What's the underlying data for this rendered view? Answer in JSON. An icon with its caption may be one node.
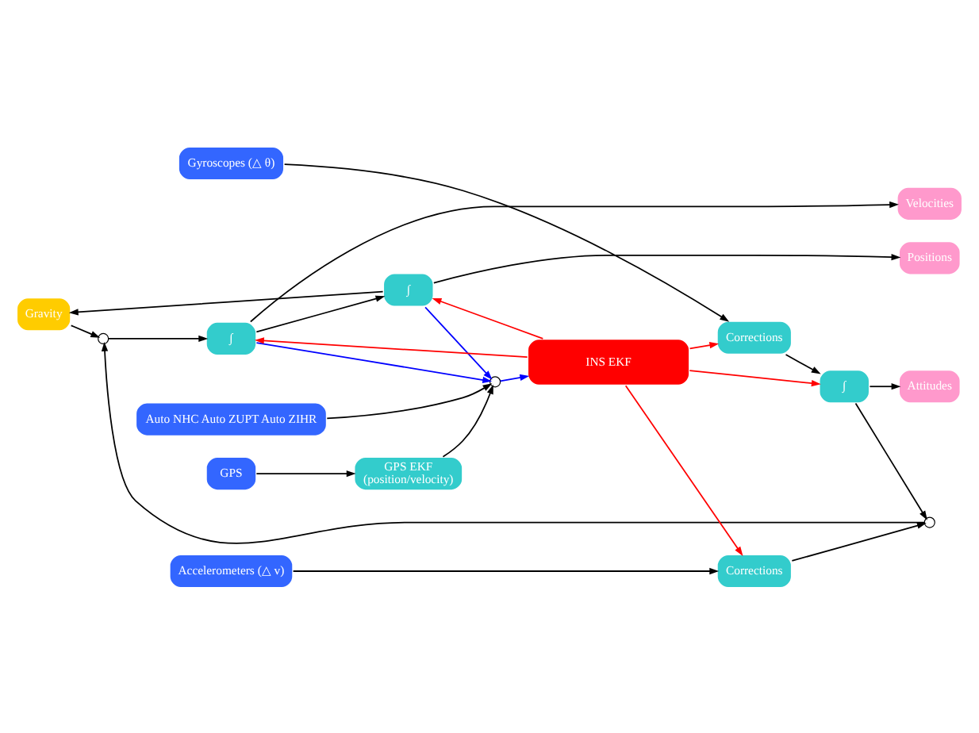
{
  "diagram": {
    "nodes": [
      {
        "text": [
          "Gravity"
        ]
      },
      {
        "text": [
          "Accelerometers (△ v)"
        ]
      },
      {
        "text": [
          "Corrections"
        ]
      },
      {
        "text": [],
        "shape": "circle"
      },
      {
        "text": [],
        "shape": "circle"
      },
      {
        "text": [
          "∫"
        ]
      },
      {
        "text": [
          "∫"
        ]
      },
      {
        "text": [
          "Positions"
        ]
      },
      {
        "text": [
          "Velocities"
        ]
      },
      {
        "text": [
          "Gyroscopes (△ θ)"
        ]
      },
      {
        "text": [
          "Corrections"
        ]
      },
      {
        "text": [
          "∫"
        ]
      },
      {
        "text": [
          "Attitudes"
        ]
      },
      {
        "text": [
          "Auto NHC Auto ZUPT Auto ZIHR"
        ]
      },
      {
        "text": [
          "INS EKF"
        ]
      },
      {
        "text": [
          "GPS"
        ]
      },
      {
        "text": [
          "GPS EKF",
          "(position/velocity)"
        ]
      },
      {
        "text": [],
        "shape": "circle"
      }
    ],
    "edges": [
      {
        "from": 1,
        "to": 2,
        "arrow": "to"
      },
      {
        "from": 2,
        "to": 3,
        "arrow": "to"
      },
      {
        "from": 3,
        "to": 4,
        "arrow": "to"
      },
      {
        "from": 0,
        "to": 4,
        "arrow": "to"
      },
      {
        "from": 4,
        "to": 5,
        "arrow": "to"
      },
      {
        "from": 5,
        "to": 6,
        "arrow": "to"
      },
      {
        "from": 5,
        "to": 8,
        "arrow": "to"
      },
      {
        "from": 6,
        "to": 7,
        "arrow": "to"
      },
      {
        "from": 6,
        "to": 0,
        "arrow": "to"
      },
      {
        "from": 6,
        "to": 17,
        "arrow": "to",
        "color": "#0000ff"
      },
      {
        "from": 5,
        "to": 17,
        "arrow": "to",
        "color": "#0000ff"
      },
      {
        "from": 9,
        "to": 10,
        "arrow": "to"
      },
      {
        "from": 10,
        "to": 11,
        "arrow": "to"
      },
      {
        "from": 11,
        "to": 12,
        "arrow": "to"
      },
      {
        "from": 11,
        "to": 3,
        "arrow": "to"
      },
      {
        "from": 14,
        "to": 2,
        "arrow": "to",
        "color": "#ff0000"
      },
      {
        "from": 14,
        "to": 5,
        "arrow": "to",
        "color": "#ff0000"
      },
      {
        "from": 14,
        "to": 6,
        "arrow": "to",
        "color": "#ff0000"
      },
      {
        "from": 14,
        "to": 10,
        "arrow": "to",
        "color": "#ff0000"
      },
      {
        "from": 14,
        "to": 11,
        "arrow": "to",
        "color": "#ff0000"
      },
      {
        "from": 13,
        "to": 17,
        "arrow": "to"
      },
      {
        "from": 15,
        "to": 16,
        "arrow": "to"
      },
      {
        "from": 16,
        "to": 17,
        "arrow": "to"
      },
      {
        "from": 17,
        "to": 14,
        "arrow": "to",
        "color": "#0000ff"
      }
    ]
  }
}
